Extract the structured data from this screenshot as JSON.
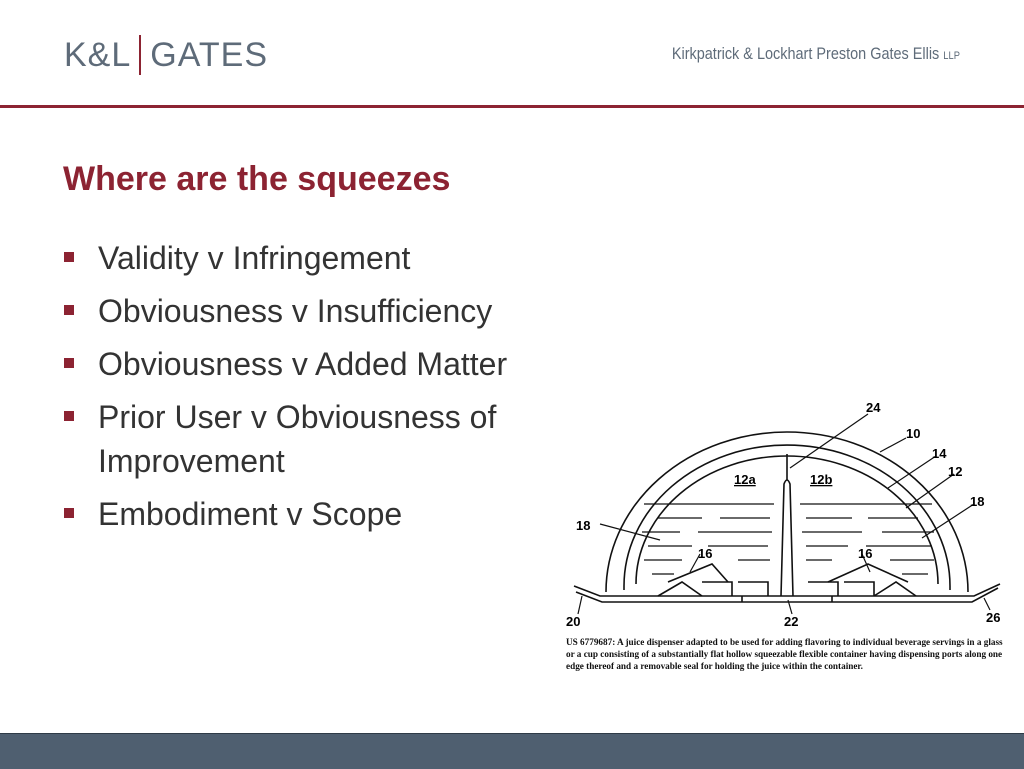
{
  "header": {
    "logo_left": "K&L",
    "logo_right": "GATES",
    "firm_name": "Kirkpatrick & Lockhart Preston Gates Ellis",
    "firm_suffix": "LLP"
  },
  "slide": {
    "title": "Where are the squeezes",
    "bullets": [
      "Validity v Infringement",
      "Obviousness v Insufficiency",
      "Obviousness v Added Matter",
      "Prior User v Obviousness of Improvement",
      "Embodiment v Scope"
    ]
  },
  "figure": {
    "labels": {
      "l24": "24",
      "l10": "10",
      "l14": "14",
      "l12": "12",
      "l18a": "18",
      "l12a": "12a",
      "l12b": "12b",
      "l18b": "18",
      "l16a": "16",
      "l16b": "16",
      "l20": "20",
      "l22": "22",
      "l26": "26"
    },
    "caption": "US 6779687: A juice dispenser adapted to be used for adding flavoring to individual beverage servings in a glass or a cup consisting of a substantially flat hollow squeezable flexible container having dispensing ports along one edge thereof and a removable seal for holding the juice within the container."
  },
  "colors": {
    "brand_red": "#8c2332",
    "logo_gray": "#5e6b79",
    "footer": "#4f5f70",
    "text": "#333333"
  }
}
